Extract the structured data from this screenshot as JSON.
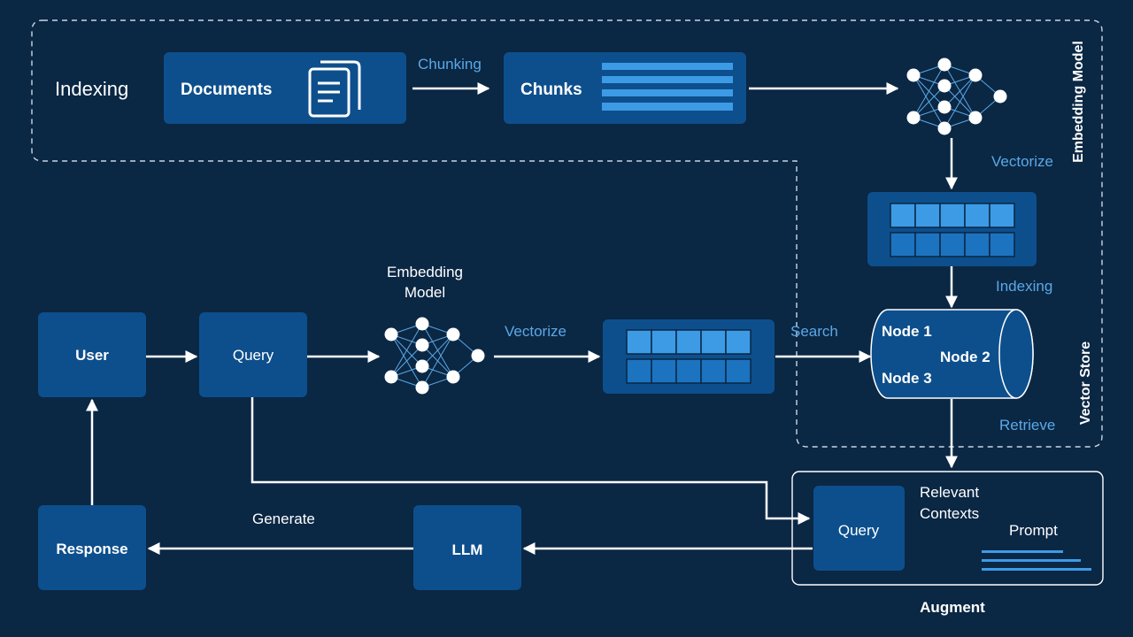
{
  "sections": {
    "indexing": "Indexing",
    "embedding_model_vertical": "Embedding Model",
    "vector_store_vertical": "Vector Store",
    "augment": "Augment"
  },
  "boxes": {
    "documents": "Documents",
    "chunks": "Chunks",
    "user": "User",
    "query": "Query",
    "llm": "LLM",
    "response": "Response",
    "prompt_query": "Query"
  },
  "labels": {
    "chunking": "Chunking",
    "vectorize_top": "Vectorize",
    "indexing_step": "Indexing",
    "embedding_model_1": "Embedding",
    "embedding_model_2": "Model",
    "vectorize_mid": "Vectorize",
    "search": "Search",
    "retrieve": "Retrieve",
    "generate": "Generate",
    "relevant_1": "Relevant",
    "relevant_2": "Contexts",
    "prompt": "Prompt"
  },
  "vector_store": {
    "nodes": [
      "Node 1",
      "Node 2",
      "Node 3"
    ]
  },
  "colors": {
    "background": "#0a2744",
    "box": "#0d4f8c",
    "accent": "#5ba8e6",
    "cell_light": "#3d9be6",
    "cell_dark": "#1c73c0"
  },
  "icons": [
    "documents-icon",
    "neural-network-icon",
    "vector-grid-icon",
    "cylinder-icon",
    "prompt-lines-icon"
  ]
}
